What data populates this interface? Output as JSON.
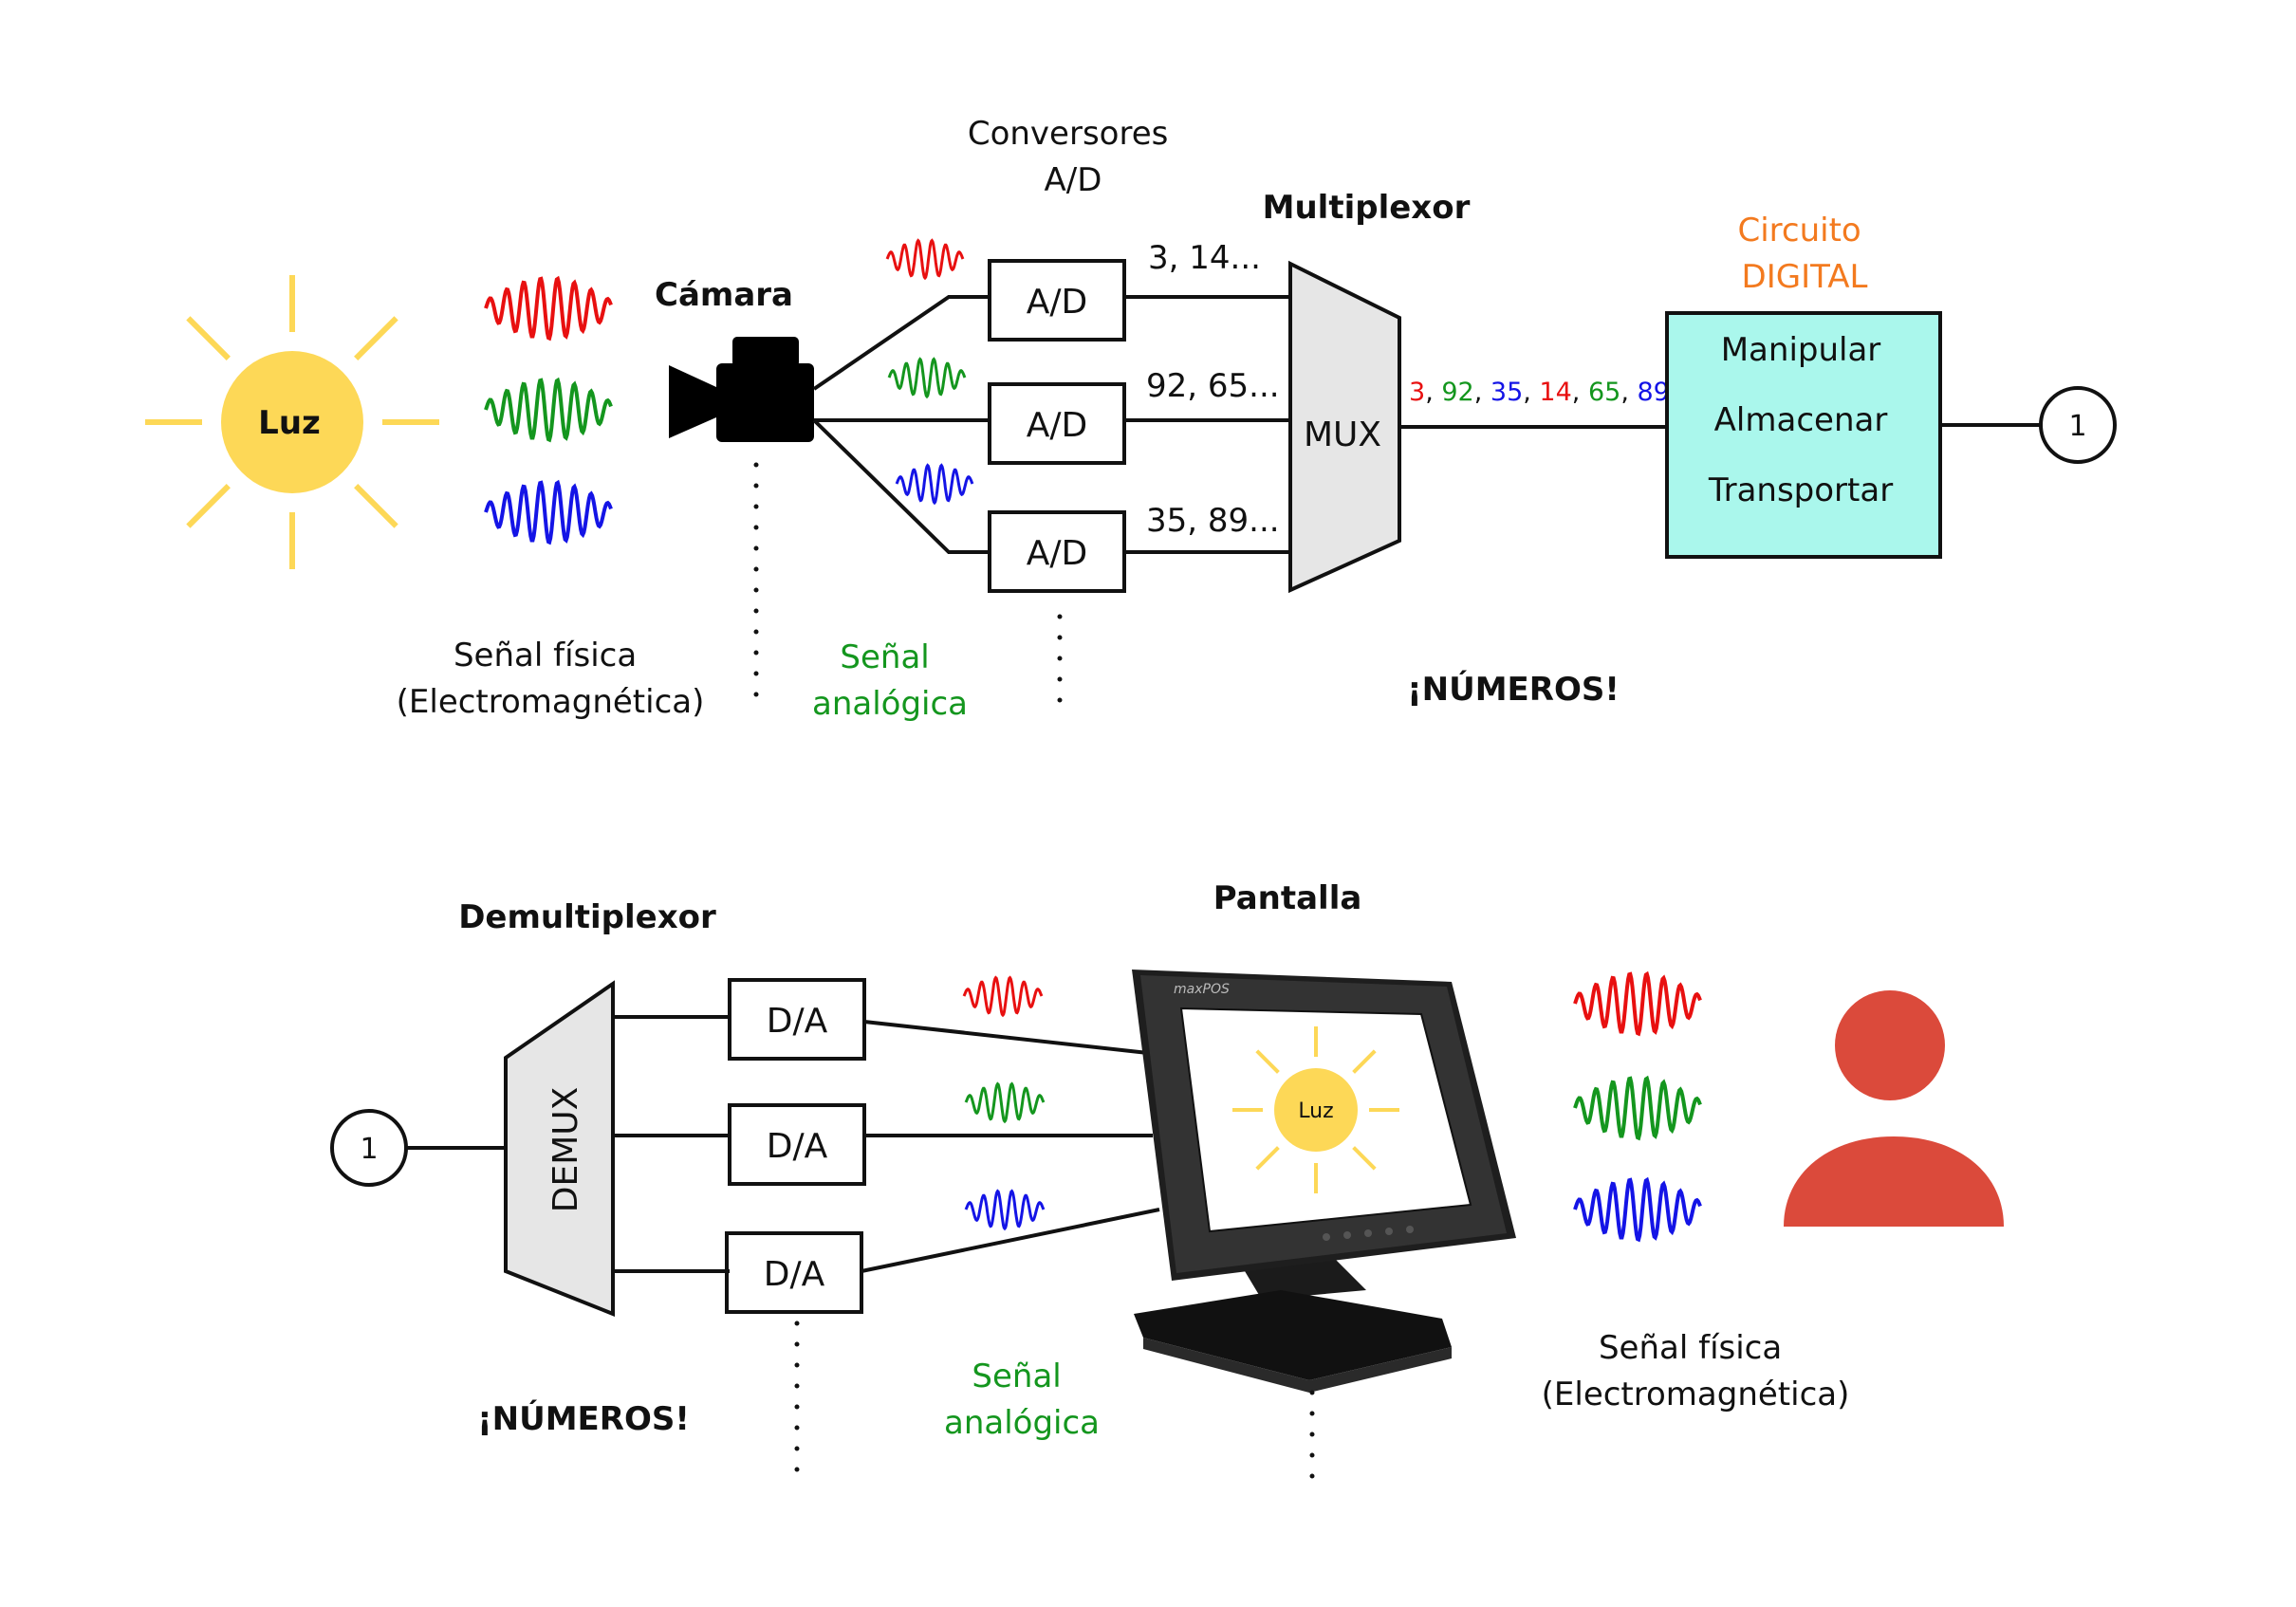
{
  "colors": {
    "red": "#e81010",
    "green": "#14961e",
    "blue": "#1414e6",
    "orange": "#f37a1f",
    "magenta": "#e21ee6",
    "sun": "#fdd857",
    "digital_box": "#aaf7ec",
    "person": "#db4a3b",
    "mux": "#e6e6e6"
  },
  "top": {
    "sun_label": "Luz",
    "signal_physical": [
      "Señal física",
      "(Electromagnética)"
    ],
    "camera": "Cámara",
    "converters_title": [
      "Conversores",
      "A/D"
    ],
    "converter_block": "A/D",
    "converter_outputs": [
      "3, 14...",
      "92, 65...",
      "35, 89..."
    ],
    "multiplexor_title": "Multiplexor",
    "mux": "MUX",
    "stream": [
      "3",
      ", ",
      "92",
      ", ",
      "35",
      ", ",
      "14",
      ", ",
      "65",
      ", ",
      "89"
    ],
    "signal_analog": [
      "Señal",
      "analógica"
    ],
    "numbers": "¡NÚMEROS!",
    "digital_title": [
      "Circuito",
      "DIGITAL"
    ],
    "digital_ops": [
      "Manipular",
      "Almacenar",
      "Transportar"
    ],
    "connector": "1"
  },
  "bottom": {
    "connector": "1",
    "demultiplexor_title": "Demultiplexor",
    "demux": "DEMUX",
    "converter_block": "D/A",
    "numbers": "¡NÚMEROS!",
    "signal_analog": [
      "Señal",
      "analógica"
    ],
    "screen_title": "Pantalla",
    "monitor_brand": "maxPOS",
    "screen_sun_label": "Luz",
    "signal_physical": [
      "Señal física",
      "(Electromagnética)"
    ]
  }
}
